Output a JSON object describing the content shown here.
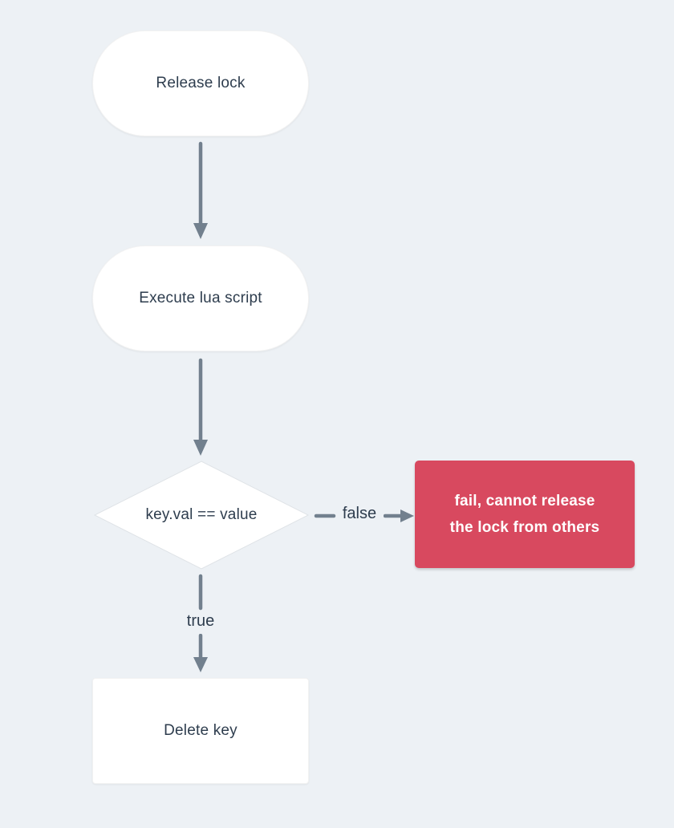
{
  "diagram": {
    "type": "flowchart",
    "background_color": "#edf1f5",
    "colors": {
      "node_fill": "#ffffff",
      "node_text": "#2e3d4e",
      "arrow": "#72808e",
      "fail_node_fill": "#d8495f",
      "fail_node_text": "#ffffff"
    },
    "nodes": {
      "release_lock": {
        "shape": "stadium",
        "label": "Release lock"
      },
      "execute_lua": {
        "shape": "stadium",
        "label": "Execute lua script"
      },
      "condition": {
        "shape": "diamond",
        "label": "key.val == value"
      },
      "fail": {
        "shape": "rect",
        "label": "fail, cannot release the lock from others",
        "lines": [
          "fail, cannot release",
          "the lock from others"
        ]
      },
      "delete_key": {
        "shape": "rect",
        "label": "Delete key"
      }
    },
    "edges": [
      {
        "from": "release_lock",
        "to": "execute_lua",
        "label": ""
      },
      {
        "from": "execute_lua",
        "to": "condition",
        "label": ""
      },
      {
        "from": "condition",
        "to": "fail",
        "label": "false"
      },
      {
        "from": "condition",
        "to": "delete_key",
        "label": "true"
      }
    ]
  }
}
